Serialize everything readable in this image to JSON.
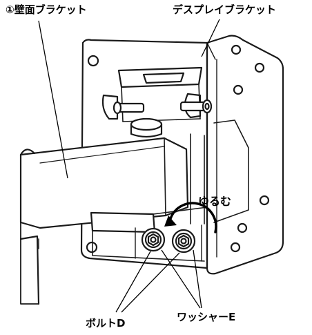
{
  "labels": {
    "wall_bracket": "①壁面ブラケット",
    "display_bracket": "デスプレイブラケット",
    "loosen": "ゆるむ",
    "bolt": "ボルトD",
    "washer": "ワッシャーE"
  }
}
